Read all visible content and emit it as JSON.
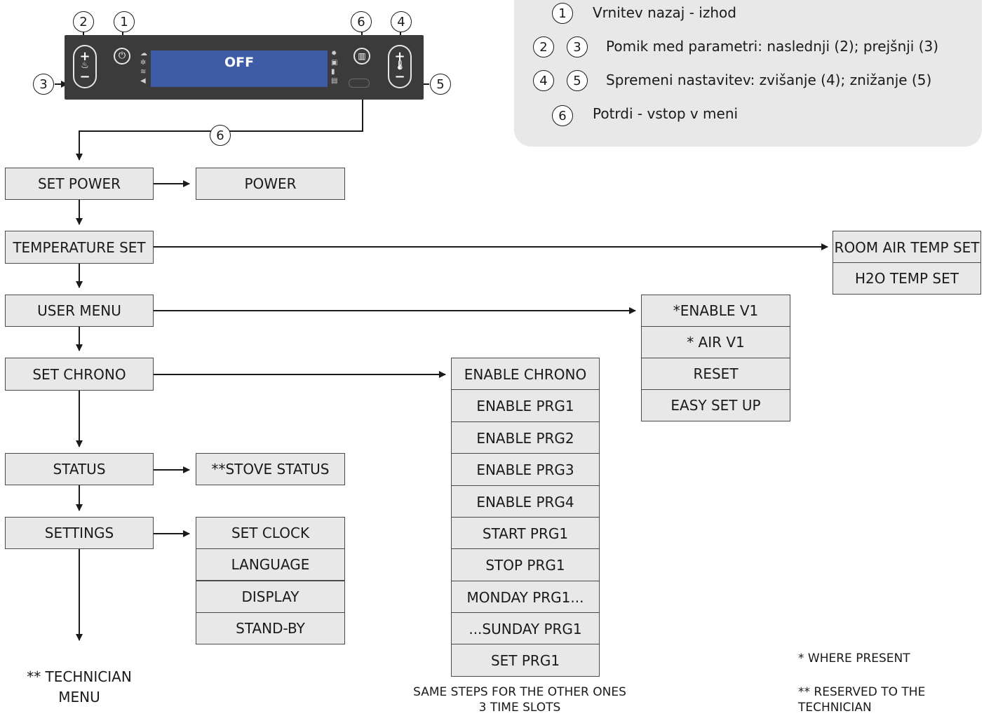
{
  "panel": {
    "display_text": "OFF",
    "callouts": [
      "1",
      "2",
      "3",
      "4",
      "5",
      "6"
    ]
  },
  "legend": {
    "items": [
      {
        "numbers": [
          "1"
        ],
        "text": "Vrnitev nazaj - izhod"
      },
      {
        "numbers": [
          "2",
          "3"
        ],
        "text": "Pomik med parametri: naslednji (2); prejšnji (3)"
      },
      {
        "numbers": [
          "4",
          "5"
        ],
        "text": "Spremeni nastavitev: zvišanje (4); znižanje (5)"
      },
      {
        "numbers": [
          "6"
        ],
        "text": "Potrdi - vstop v meni"
      }
    ]
  },
  "flow_step_label": "6",
  "menu": {
    "set_power": "SET POWER",
    "temperature_set": "TEMPERATURE SET",
    "user_menu": "USER MENU",
    "set_chrono": "SET CHRONO",
    "status": "STATUS",
    "settings": "SETTINGS",
    "technician_menu": [
      "** TECHNICIAN",
      "MENU"
    ]
  },
  "submenus": {
    "power": [
      "POWER"
    ],
    "temperature": [
      "ROOM AIR TEMP SET",
      "H2O TEMP SET"
    ],
    "user": [
      "*ENABLE V1",
      "* AIR V1",
      "RESET",
      "EASY SET UP"
    ],
    "chrono": [
      "ENABLE CHRONO",
      "ENABLE PRG1",
      "ENABLE PRG2",
      "ENABLE PRG3",
      "ENABLE PRG4",
      "START PRG1",
      "STOP PRG1",
      "MONDAY PRG1...",
      "...SUNDAY PRG1",
      "SET PRG1"
    ],
    "status": [
      "**STOVE STATUS"
    ],
    "settings": [
      "SET CLOCK",
      "LANGUAGE",
      "DISPLAY",
      "STAND-BY"
    ]
  },
  "notes": {
    "chrono": [
      "SAME STEPS FOR THE OTHER ONES",
      "3 TIME SLOTS"
    ],
    "where_present": "* WHERE PRESENT",
    "reserved": [
      "** RESERVED TO THE",
      "TECHNICIAN"
    ]
  }
}
